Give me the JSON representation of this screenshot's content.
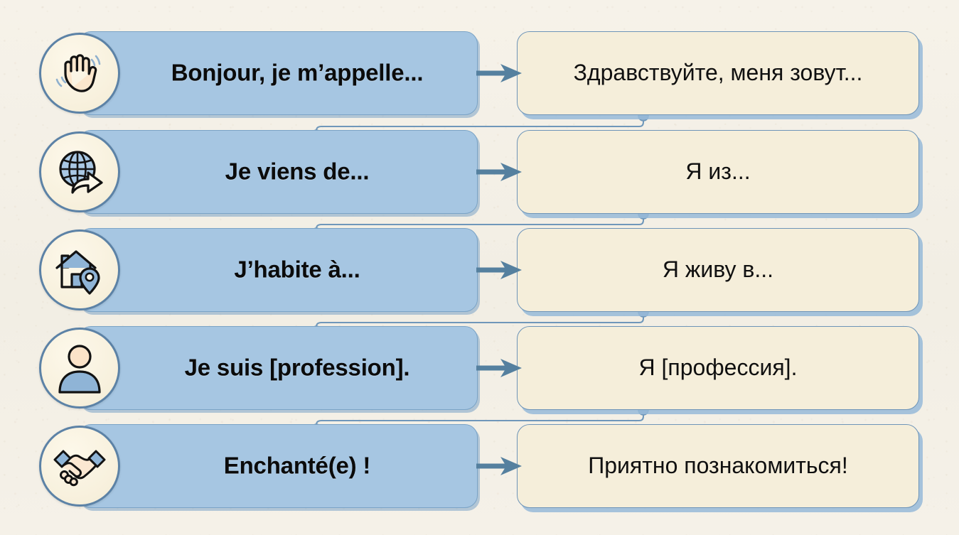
{
  "page": {
    "title": "Phrases de presentation FR-RU",
    "background_color": "#f4f0e6",
    "source_box_color": "#a6c6e2",
    "target_box_color": "#f5eeda",
    "accent_color": "#5c82a6",
    "arrow_color": "#55809f",
    "icon_badge_fill": "#f8f1dd"
  },
  "rows": [
    {
      "icon": "waving-hand-icon",
      "source_text": "Bonjour, je m’appelle...",
      "arrow": "arrow-right-icon",
      "target_text": "Здравствуйте, меня зовут..."
    },
    {
      "icon": "globe-share-icon",
      "source_text": "Je viens de...",
      "arrow": "arrow-right-icon",
      "target_text": "Я из..."
    },
    {
      "icon": "house-location-pin-icon",
      "source_text": "J’habite à...",
      "arrow": "arrow-right-icon",
      "target_text": "Я живу в..."
    },
    {
      "icon": "person-icon",
      "source_text": "Je suis [profession].",
      "arrow": "arrow-right-icon",
      "target_text": "Я [профессия]."
    },
    {
      "icon": "handshake-icon",
      "source_text": "Enchanté(e) !",
      "arrow": "arrow-right-icon",
      "target_text": "Приятно познакомиться!"
    }
  ],
  "connectors": [
    {
      "from_row": 0,
      "to_row": 1
    },
    {
      "from_row": 1,
      "to_row": 2
    },
    {
      "from_row": 2,
      "to_row": 3
    },
    {
      "from_row": 3,
      "to_row": 4
    }
  ]
}
